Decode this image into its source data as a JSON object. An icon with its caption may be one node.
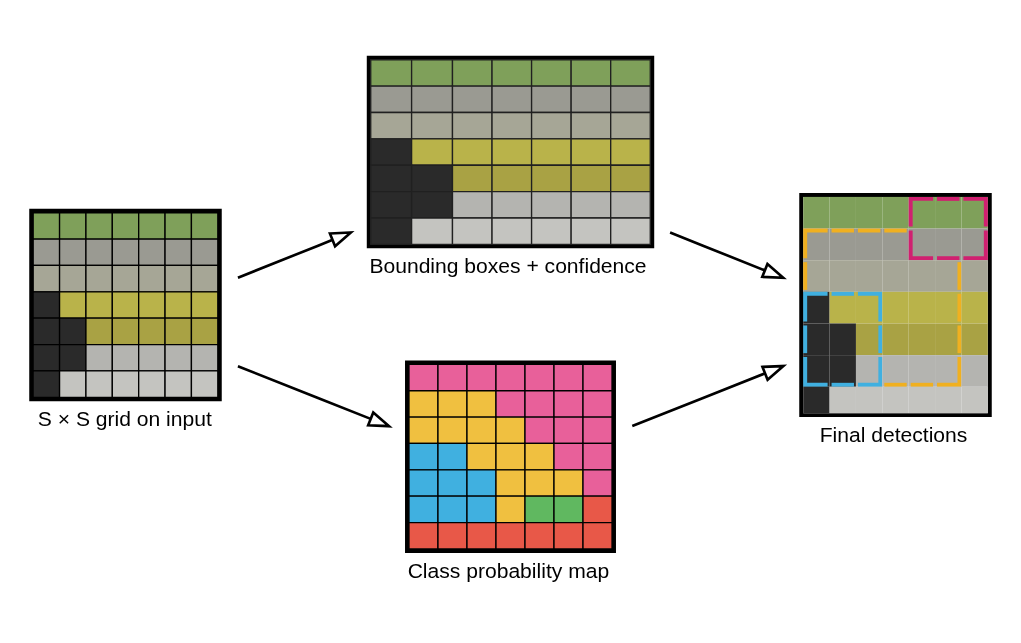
{
  "diagram": {
    "nodes": [
      {
        "text": [],
        "shape": "picture",
        "beside": [
          "S × S grid on input"
        ]
      },
      {
        "text": [],
        "shape": "picture",
        "beside": [
          "Bounding boxes + confidence"
        ]
      },
      {
        "text": [],
        "shape": "picture",
        "beside": [
          "Class probability map"
        ]
      },
      {
        "text": [],
        "shape": "picture",
        "beside": [
          "Final detections"
        ]
      }
    ],
    "edges": [
      {
        "from": 0,
        "to": 1,
        "arrow": "to"
      },
      {
        "from": 0,
        "to": 2,
        "arrow": "to"
      },
      {
        "from": 1,
        "to": 3,
        "arrow": "to"
      },
      {
        "from": 2,
        "to": 3,
        "arrow": "to"
      }
    ]
  }
}
